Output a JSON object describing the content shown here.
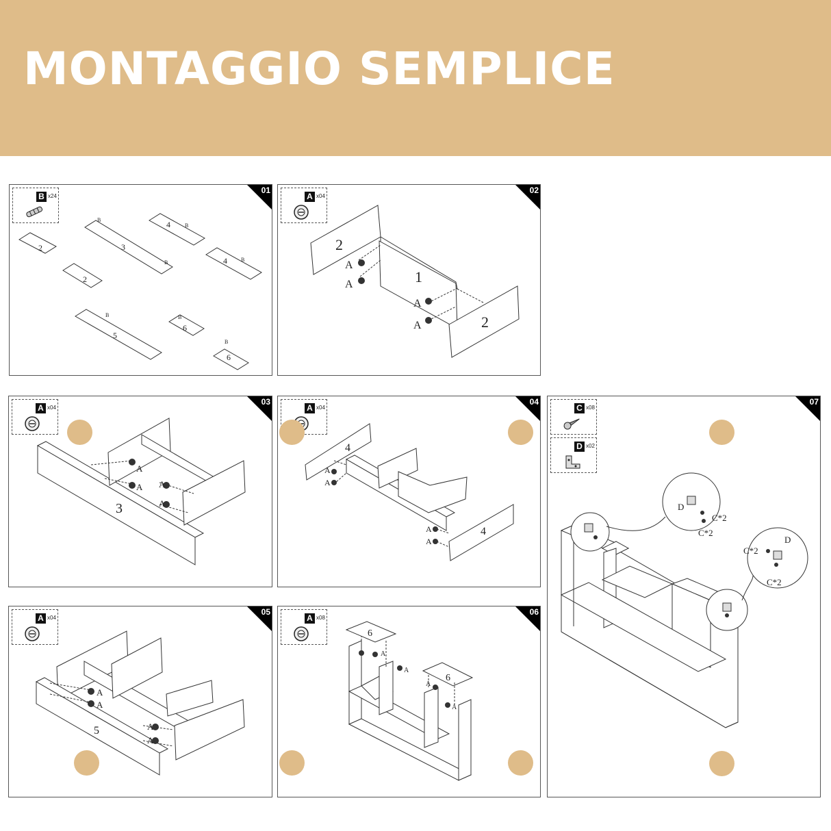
{
  "title": "MONTAGGIO SEMPLICE",
  "colors": {
    "banner": "#dfbc89",
    "dot": "#dfbc89",
    "line": "#333333"
  },
  "steps": [
    {
      "number": "01",
      "parts": [
        {
          "letter": "B",
          "qty": "x24",
          "icon": "dowel-icon"
        }
      ],
      "labels": [
        "2",
        "3",
        "4",
        "4",
        "2",
        "5",
        "6",
        "6",
        "B"
      ]
    },
    {
      "number": "02",
      "parts": [
        {
          "letter": "A",
          "qty": "x04",
          "icon": "cam-lock-icon"
        }
      ],
      "labels": [
        "2",
        "1",
        "2",
        "A"
      ]
    },
    {
      "number": "03",
      "parts": [
        {
          "letter": "A",
          "qty": "x04",
          "icon": "cam-lock-icon"
        }
      ],
      "labels": [
        "3",
        "A"
      ]
    },
    {
      "number": "04",
      "parts": [
        {
          "letter": "A",
          "qty": "x04",
          "icon": "cam-lock-icon"
        }
      ],
      "labels": [
        "4",
        "4",
        "A"
      ]
    },
    {
      "number": "05",
      "parts": [
        {
          "letter": "A",
          "qty": "x04",
          "icon": "cam-lock-icon"
        }
      ],
      "labels": [
        "5",
        "A"
      ]
    },
    {
      "number": "06",
      "parts": [
        {
          "letter": "A",
          "qty": "x08",
          "icon": "cam-lock-icon"
        }
      ],
      "labels": [
        "6",
        "6",
        "A"
      ]
    },
    {
      "number": "07",
      "parts": [
        {
          "letter": "C",
          "qty": "x08",
          "icon": "screw-icon"
        },
        {
          "letter": "D",
          "qty": "x02",
          "icon": "bracket-icon"
        }
      ],
      "labels": [
        "D",
        "C*2"
      ]
    }
  ]
}
